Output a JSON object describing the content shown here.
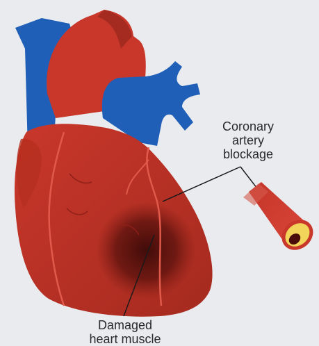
{
  "labels": {
    "coronary_blockage": [
      "Coronary",
      "artery",
      "blockage"
    ],
    "damaged_muscle": [
      "Damaged",
      "heart muscle"
    ]
  },
  "colors": {
    "background": "#e9ebee",
    "heart": "#c9372b",
    "heart_dark": "#8e1f18",
    "vein_blue": "#1f5fb8",
    "artery_line": "#e0594a",
    "damage": "#3b0a08",
    "plaque": "#f2d45a",
    "text": "#2a2a2e"
  }
}
